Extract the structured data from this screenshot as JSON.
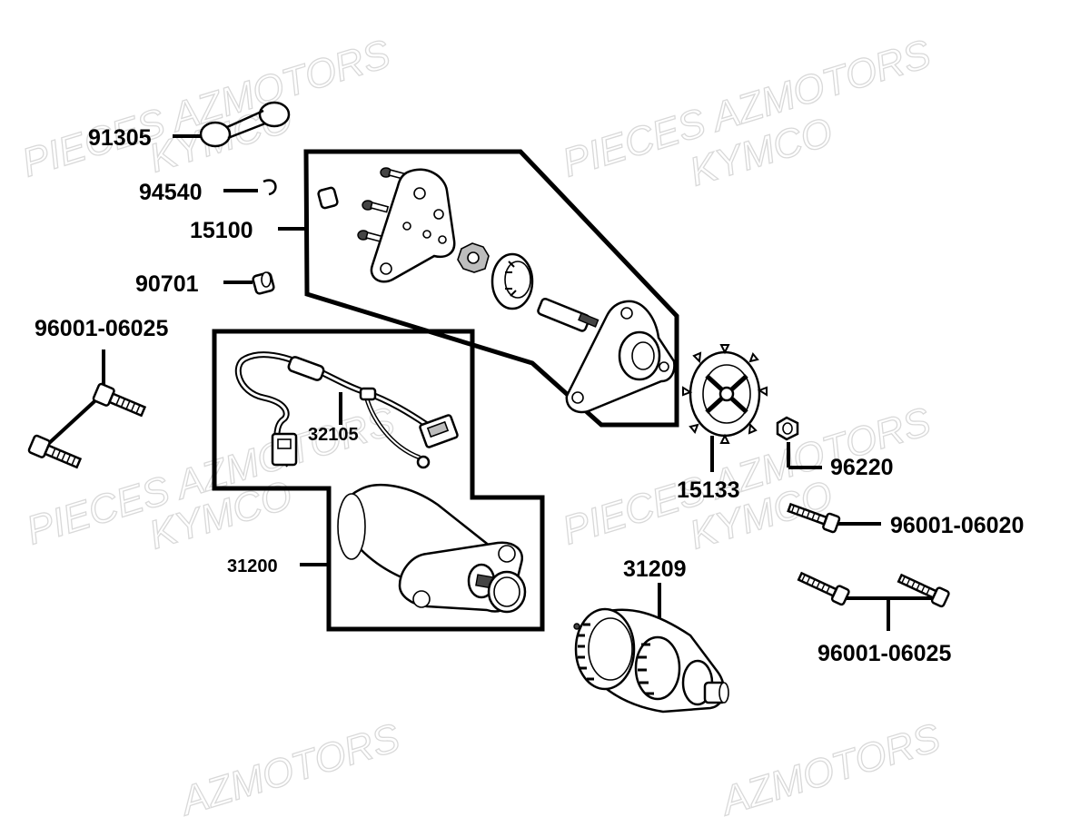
{
  "watermarks": [
    {
      "line1": "PIECES AZMOTORS",
      "line2": "KYMCO"
    },
    {
      "line1": "PIECES AZMOTORS",
      "line2": "KYMCO"
    },
    {
      "line1": "PIECES AZMOTORS",
      "line2": "KYMCO"
    },
    {
      "line1": "PIECES AZMOTORS",
      "line2": "KYMCO"
    },
    {
      "line1": "AZMOTORS"
    },
    {
      "line1": "AZMOTORS"
    }
  ],
  "labels": {
    "p91305": "91305",
    "p94540": "94540",
    "p15100": "15100",
    "p90701": "90701",
    "p96001_06025_left": "96001-06025",
    "p32105": "32105",
    "p31200": "31200",
    "p15133": "15133",
    "p96220": "96220",
    "p96001_06020": "96001-06020",
    "p31209": "31209",
    "p96001_06025_right": "96001-06025"
  },
  "icons": [
    "o-ring",
    "clip",
    "collar",
    "bolt",
    "starter-plate",
    "starter-gear",
    "wire-harness",
    "starter-motor",
    "sprocket",
    "nut",
    "starter-clutch"
  ]
}
